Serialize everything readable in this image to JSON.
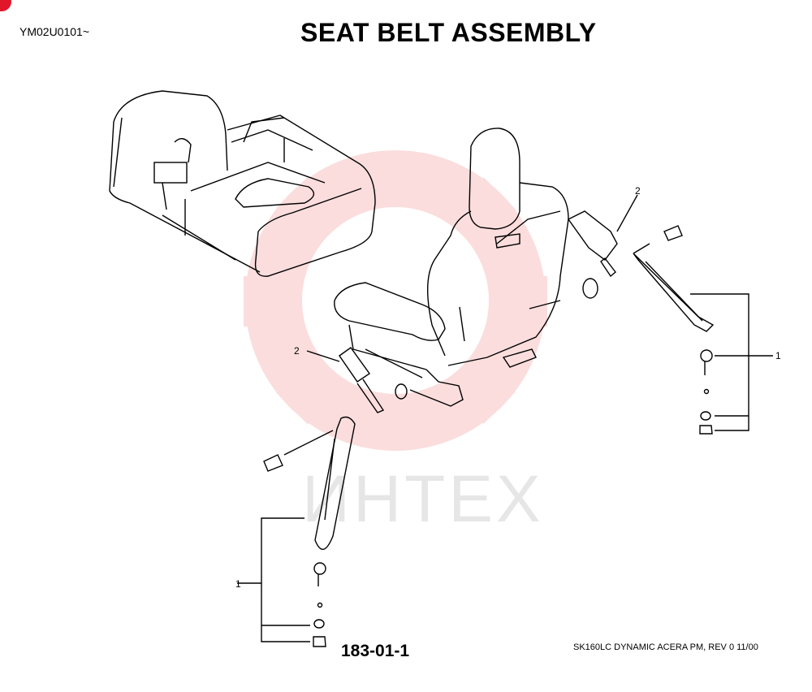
{
  "header": {
    "model_code": "YM02U0101~",
    "title": "SEAT BELT ASSEMBLY"
  },
  "callouts": {
    "right_buckle": "2",
    "left_buckle": "2",
    "right_belt": "1",
    "left_belt": "1"
  },
  "footer": {
    "page_number": "183-01-1",
    "machine_info": "SK160LC DYNAMIC ACERA PM,  REV 0 11/00"
  },
  "watermark": {
    "text": "ИНТЕХ",
    "color": "#f4b7b7"
  },
  "colors": {
    "accent": "#e0162b",
    "line": "#000000"
  }
}
